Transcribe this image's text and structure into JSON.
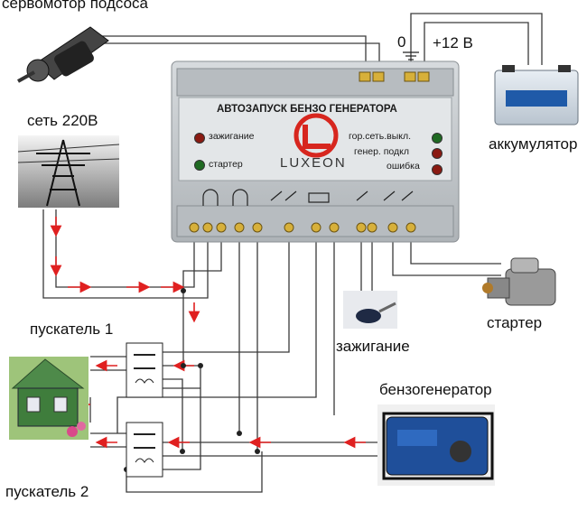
{
  "labels": {
    "choke_servo": "сервомотор подсоса",
    "grid_220": "сеть 220В",
    "zero": "0",
    "plus12": "+12 В",
    "battery": "аккумулятор",
    "starter": "стартер",
    "ignition": "зажигание",
    "contactor1": "пускатель 1",
    "contactor2": "пускатель 2",
    "gasgen": "бензогенератор"
  },
  "panel": {
    "title": "АВТОЗАПУСК БЕНЗО ГЕНЕРАТОРА",
    "brand": "LUXEON",
    "left_indicators": [
      {
        "label": "зажигание",
        "color": "#8a1a12"
      },
      {
        "label": "стартер",
        "color": "#1f6a22"
      }
    ],
    "right_indicators": [
      {
        "label": "гор.сеть.выкл.",
        "color": "#1f6a22"
      },
      {
        "label": "генер. подкл",
        "color": "#8a1a12"
      },
      {
        "label": "ошибка",
        "color": "#8a1a12"
      }
    ]
  },
  "colors": {
    "wire": "#3a3a3a",
    "arrow": "#e02020",
    "panel_body": "#c9ced1",
    "panel_face": "#dfe2e4",
    "logo": "#d7261e"
  }
}
